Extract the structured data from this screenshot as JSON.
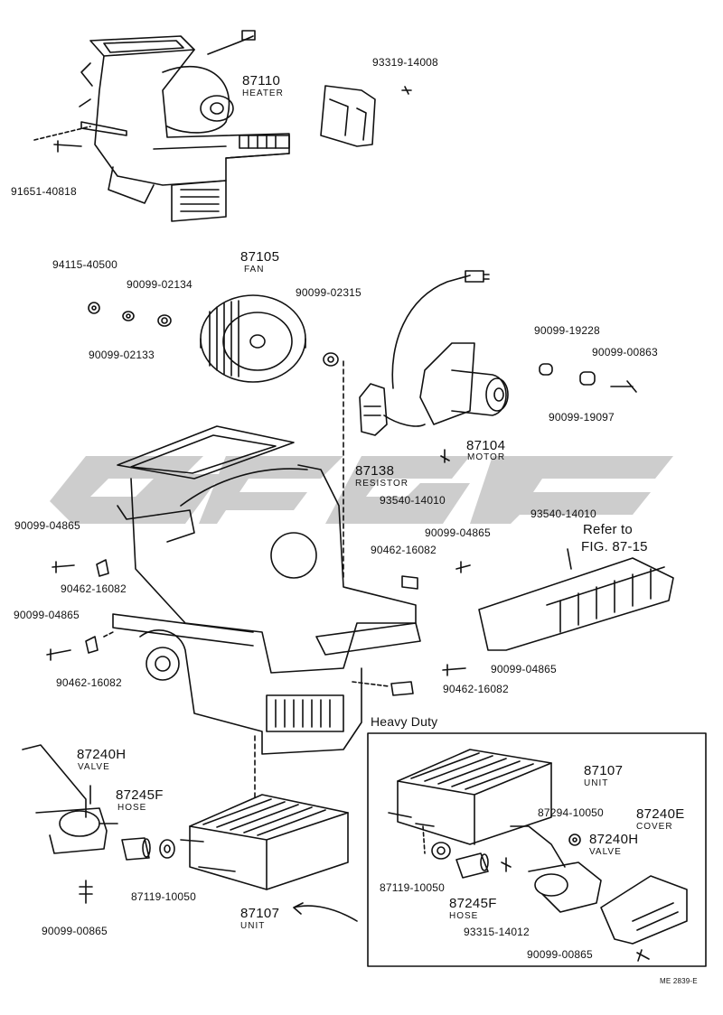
{
  "colors": {
    "ink": "#111111",
    "watermark": "#c8c8c8",
    "paper": "#ffffff"
  },
  "labels": {
    "p87110": "87110",
    "heater": "HEATER",
    "p93319_14008": "93319-14008",
    "p91651_40818": "91651-40818",
    "p94115_40500": "94115-40500",
    "p87105": "87105",
    "fan": "FAN",
    "p90099_02134": "90099-02134",
    "p90099_02315": "90099-02315",
    "p90099_02133": "90099-02133",
    "p90099_19228": "90099-19228",
    "p90099_00863": "90099-00863",
    "p90099_19097": "90099-19097",
    "p87104": "87104",
    "motor": "MOTOR",
    "p87138": "87138",
    "resistor": "RESISTOR",
    "p93540_14010_a": "93540-14010",
    "p93540_14010_b": "93540-14010",
    "refer_to": "Refer to",
    "fig_ref": "FIG. 87-15",
    "p90099_04865_a": "90099-04865",
    "p90099_04865_b": "90099-04865",
    "p90099_04865_c": "90099-04865",
    "p90099_04865_d": "90099-04865",
    "p90462_16082_a": "90462-16082",
    "p90462_16082_b": "90462-16082",
    "p90462_16082_c": "90462-16082",
    "p90462_16082_d": "90462-16082",
    "heavy_duty": "Heavy Duty",
    "p87240H_a": "87240H",
    "valve_a": "VALVE",
    "p87245F_a": "87245F",
    "hose_a": "HOSE",
    "p87119_10050_a": "87119-10050",
    "p87107_a": "87107",
    "unit_a": "UNIT",
    "p90099_00865_a": "90099-00865",
    "p87107_b": "87107",
    "unit_b": "UNIT",
    "p87294_10050": "87294-10050",
    "p87240E": "87240E",
    "cover": "COVER",
    "p87240H_b": "87240H",
    "valve_b": "VALVE",
    "p87119_10050_b": "87119-10050",
    "p87245F_b": "87245F",
    "hose_b": "HOSE",
    "p93315_14012": "93315-14012",
    "p90099_00865_b": "90099-00865",
    "drawing_no": "ME 2839-E"
  }
}
